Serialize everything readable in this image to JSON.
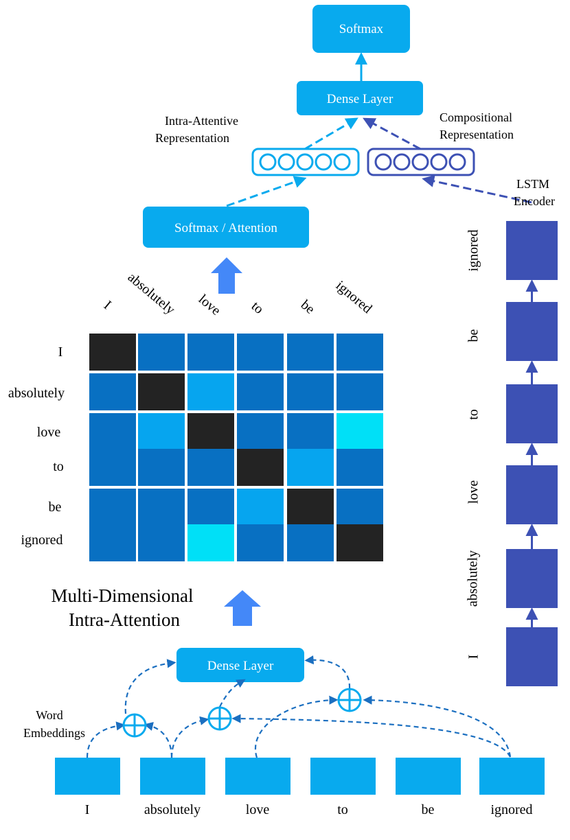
{
  "nodes": {
    "softmax_top": "Softmax",
    "dense_top": "Dense Layer",
    "softmax_attention": "Softmax / Attention",
    "dense_bottom": "Dense Layer"
  },
  "labels": {
    "intra_attentive": [
      "Intra-Attentive",
      "Representation"
    ],
    "compositional": [
      "Compositional",
      "Representation"
    ],
    "lstm_encoder": [
      "LSTM",
      "Encoder"
    ],
    "multi_dim": [
      "Multi-Dimensional",
      "Intra-Attention"
    ],
    "word_embeddings": [
      "Word",
      "Embeddings"
    ]
  },
  "words": [
    "I",
    "absolutely",
    "love",
    "to",
    "be",
    "ignored"
  ],
  "attention_matrix": [
    [
      "black",
      "mid",
      "mid",
      "mid",
      "mid",
      "mid"
    ],
    [
      "mid",
      "black",
      "light",
      "mid",
      "mid",
      "mid"
    ],
    [
      "mid",
      "light",
      "black",
      "mid",
      "mid",
      "cyan"
    ],
    [
      "mid",
      "mid",
      "mid",
      "black",
      "light",
      "mid"
    ],
    [
      "mid",
      "mid",
      "mid",
      "light",
      "black",
      "mid"
    ],
    [
      "mid",
      "mid",
      "cyan",
      "mid",
      "mid",
      "black"
    ]
  ],
  "colors": {
    "cell_mid": "#0870c2",
    "cell_light": "#06a5ef",
    "cell_cyan": "#00e0f7",
    "cell_black": "#232323",
    "box_light": "#08aaee",
    "box_dark": "#3d51b4",
    "arrow_blue": "#4488f8",
    "edge_dashed": "#1b6fc0"
  }
}
